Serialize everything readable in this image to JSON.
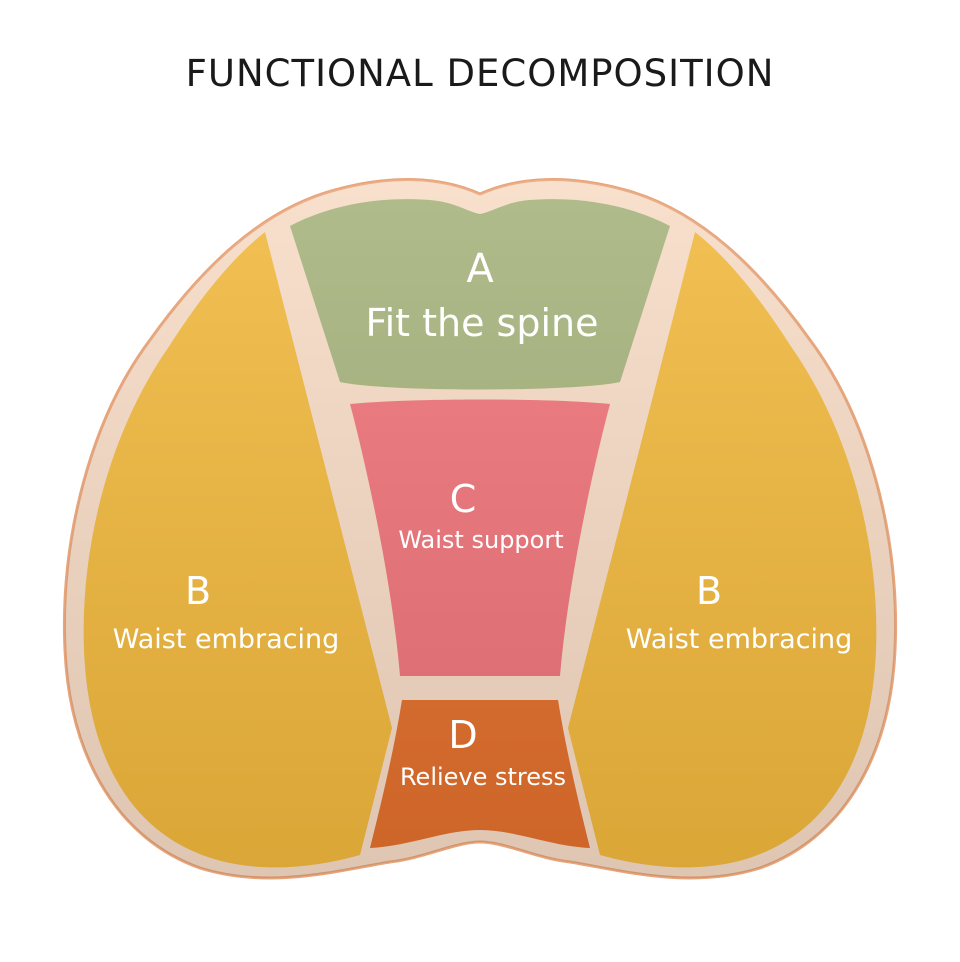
{
  "title": "FUNCTIONAL DECOMPOSITION",
  "zones": {
    "a": {
      "letter": "A",
      "label": "Fit the spine",
      "color": "#a6b37c"
    },
    "b_left": {
      "letter": "B",
      "label": "Waist embracing",
      "color": "#f2b93d"
    },
    "b_right": {
      "letter": "B",
      "label": "Waist embracing",
      "color": "#f2b93d"
    },
    "c": {
      "letter": "C",
      "label": "Waist support",
      "color": "#f0747a"
    },
    "d": {
      "letter": "D",
      "label": "Relieve stress",
      "color": "#e46f2c"
    }
  },
  "colors": {
    "outline": "#f7dcc6",
    "edge": "#e8a57a"
  }
}
